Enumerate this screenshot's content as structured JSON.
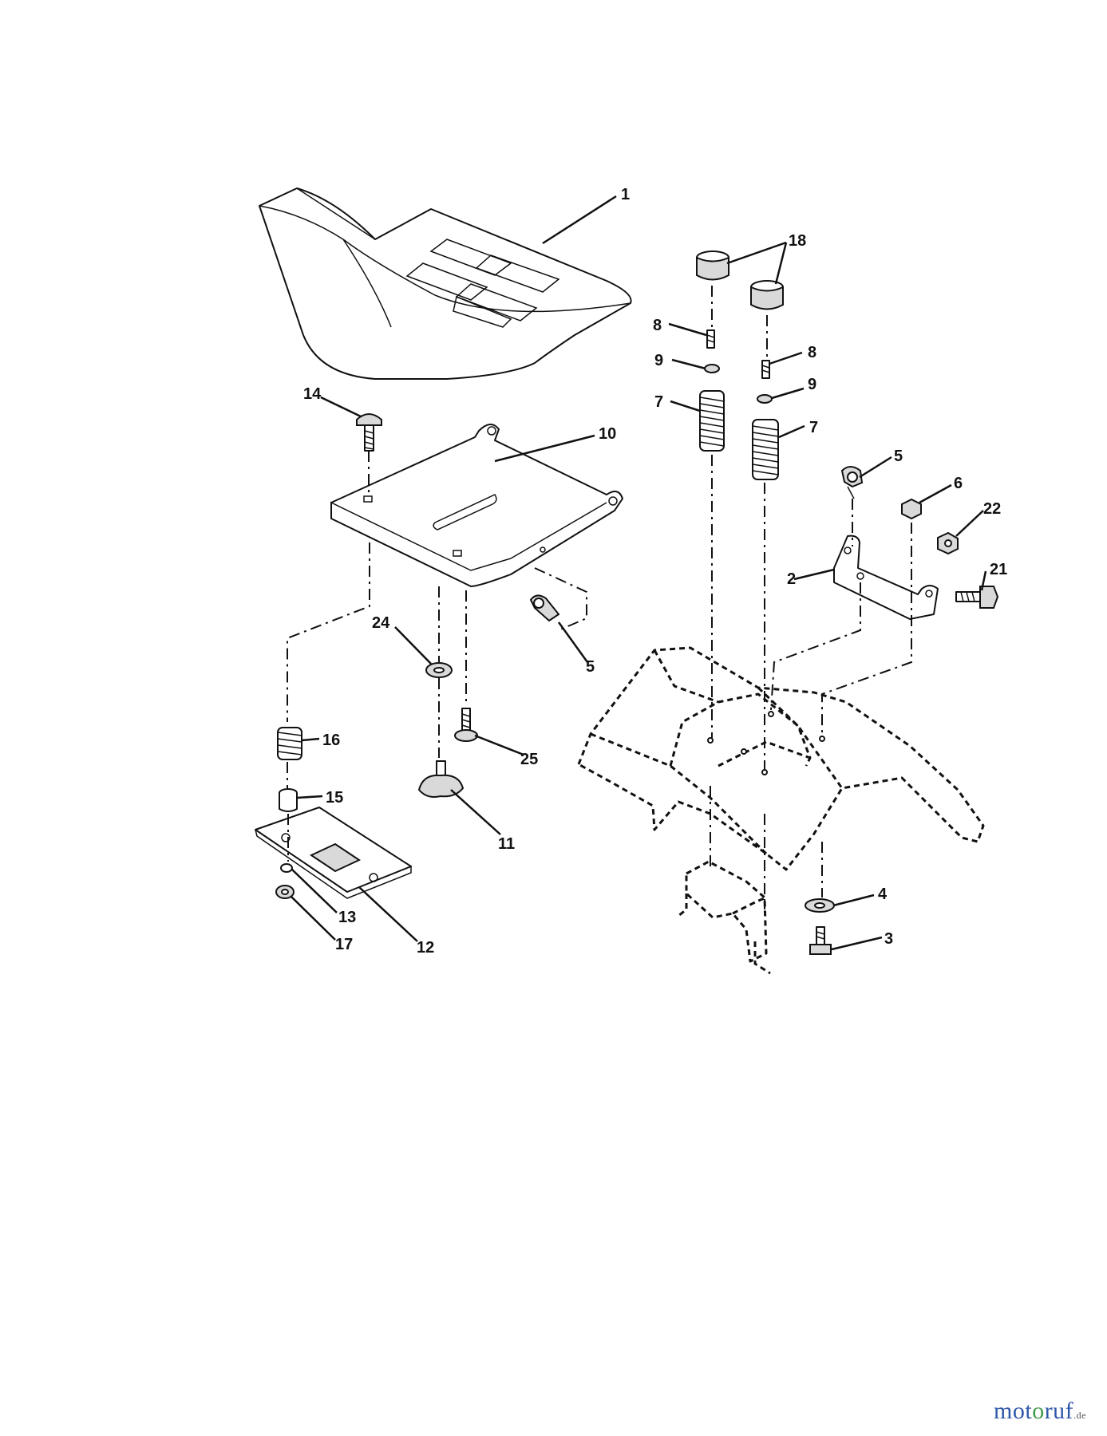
{
  "callouts": {
    "c1": "1",
    "c2": "2",
    "c3": "3",
    "c4": "4",
    "c5a": "5",
    "c5b": "5",
    "c6": "6",
    "c7a": "7",
    "c7b": "7",
    "c8a": "8",
    "c8b": "8",
    "c9a": "9",
    "c9b": "9",
    "c10": "10",
    "c11": "11",
    "c12": "12",
    "c13": "13",
    "c14": "14",
    "c15": "15",
    "c16": "16",
    "c17": "17",
    "c18": "18",
    "c21": "21",
    "c22": "22",
    "c24": "24",
    "c25": "25"
  },
  "watermark": {
    "part1": "mot",
    "part2": "o",
    "part3": "ruf",
    "tld": ".de",
    "colors": {
      "blue": "#2d57a8",
      "green": "#3f9a4a"
    }
  }
}
